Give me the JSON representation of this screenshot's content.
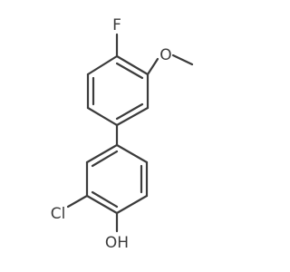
{
  "labels": {
    "fluorine": "F",
    "oxygen_methoxy": "O",
    "chlorine": "Cl",
    "hydroxyl": "OH"
  }
}
